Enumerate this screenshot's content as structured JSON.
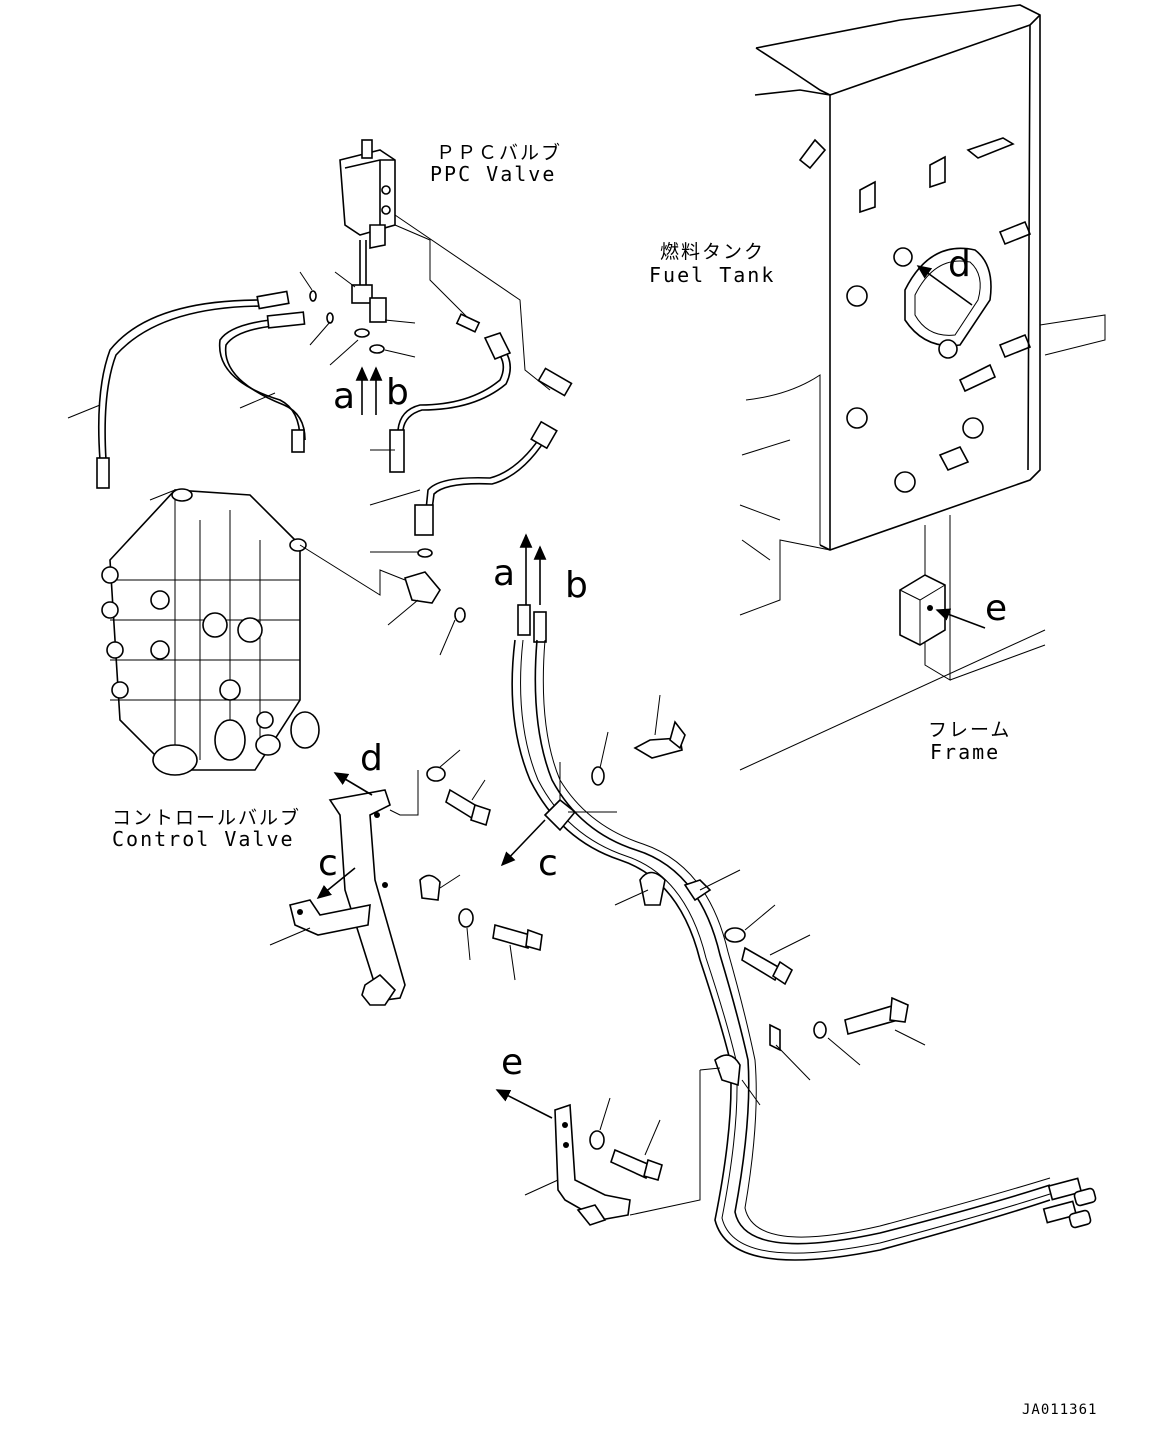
{
  "labels": {
    "ppc_valve_jp": "ＰＰＣバルブ",
    "ppc_valve_en": "PPC Valve",
    "fuel_tank_jp": "燃料タンク",
    "fuel_tank_en": "Fuel Tank",
    "frame_jp": "フレーム",
    "frame_en": "Frame",
    "control_valve_jp": "コントロールバルブ",
    "control_valve_en": "Control Valve"
  },
  "refs": {
    "a_top": "a",
    "b_top": "b",
    "a_mid": "a",
    "b_mid": "b",
    "c_left": "c",
    "c_mid": "c",
    "d_tank": "d",
    "d_bracket": "d",
    "e_frame": "e",
    "e_bracket": "e"
  },
  "drawing_code": "JA011361"
}
